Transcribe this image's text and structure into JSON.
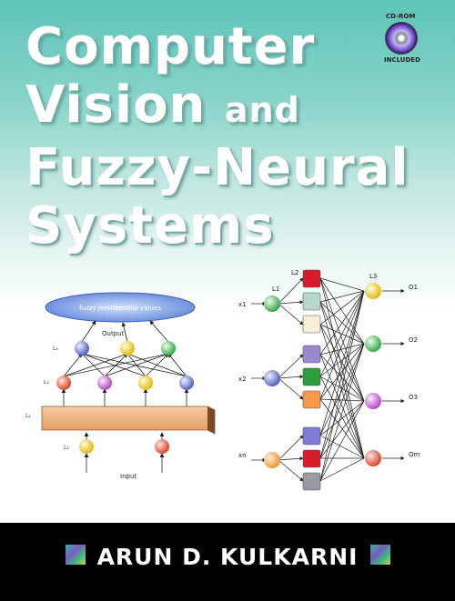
{
  "title": {
    "line1": "Computer",
    "line2a": "Vision",
    "line2b": "and",
    "line3": "Fuzzy-Neural",
    "line4": "Systems"
  },
  "cd": {
    "top": "CD-ROM",
    "bottom": "INCLUDED"
  },
  "left_diagram": {
    "ellipse_label": "fuzzy membership values",
    "output_label": "Output",
    "input_label": "Input",
    "layer_labels": [
      "L₄",
      "L₃",
      "L₂",
      "L₁"
    ]
  },
  "right_diagram": {
    "layer_labels": [
      "L1",
      "L2",
      "L3"
    ],
    "inputs": [
      "x1",
      "x2",
      "xn"
    ],
    "outputs": [
      "O1",
      "O2",
      "O3",
      "Om"
    ]
  },
  "author": "ARUN D. KULKARNI"
}
